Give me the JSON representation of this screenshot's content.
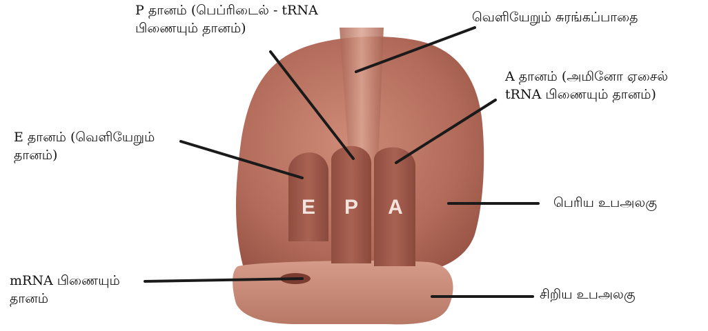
{
  "labels": {
    "p_site": {
      "line1": "P தானம் (பெப்ரிடைல் - tRNA",
      "line2": "பிணையும் தானம்)"
    },
    "exit_tunnel": "வெளியேறும் சுரங்கப்பாதை",
    "a_site": {
      "line1": "A தானம் (அமினோ ஏசைல்",
      "line2": "tRNA பிணையும் தானம்)"
    },
    "e_site": {
      "line1": "E தானம் (வெளியேறும்",
      "line2": "தானம்)"
    },
    "large_subunit": "பெரிய உபஅலகு",
    "mrna_site": {
      "line1": "mRNA பிணையும்",
      "line2": "தானம்"
    },
    "small_subunit": "சிறிய உபஅலகு"
  },
  "site_letters": {
    "e": "E",
    "p": "P",
    "a": "A"
  },
  "colors": {
    "large_subunit": "#b7705f",
    "small_subunit": "#c58876",
    "site_chamber": "#9a5446",
    "tunnel": "#d29a88",
    "pointer_line": "#1a1a1a"
  }
}
